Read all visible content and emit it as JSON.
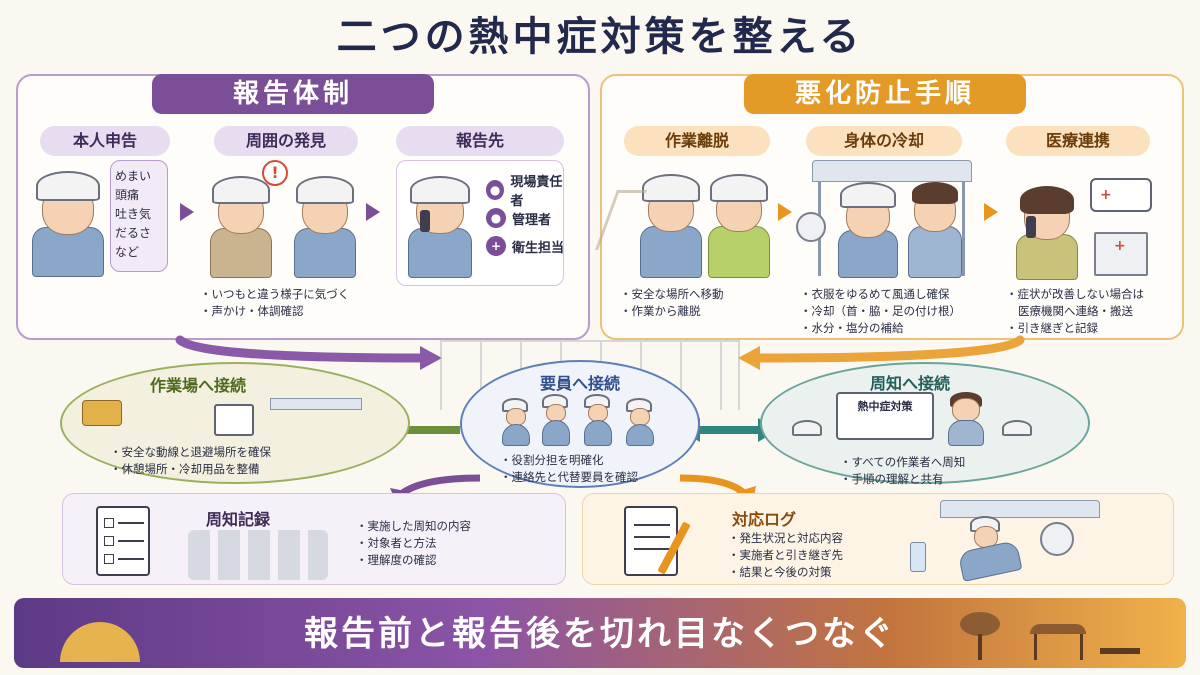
{
  "title": "二つの熱中症対策を整える",
  "report_system": {
    "banner": "報告体制",
    "steps": [
      {
        "label": "本人申告"
      },
      {
        "label": "周囲の発見",
        "bullets": [
          "いつもと違う様子に気づく",
          "声かけ・体調確認"
        ]
      },
      {
        "label": "報告先"
      }
    ],
    "symptoms": [
      "めまい",
      "頭痛",
      "吐き気",
      "だるさ",
      "など"
    ],
    "report_targets": [
      "現場責任者",
      "管理者",
      "衛生担当"
    ]
  },
  "prevention": {
    "banner": "悪化防止手順",
    "steps": [
      {
        "label": "作業離脱",
        "bullets": [
          "安全な場所へ移動",
          "作業から離脱"
        ]
      },
      {
        "label": "身体の冷却",
        "bullets": [
          "衣服をゆるめて風通し確保",
          "冷却（首・脇・足の付け根）",
          "水分・塩分の補給"
        ]
      },
      {
        "label": "医療連携",
        "bullets": [
          "症状が改善しない場合は",
          "医療機関へ連絡・搬送",
          "引き継ぎと記録"
        ]
      }
    ]
  },
  "connections": {
    "worksite": {
      "title": "作業場へ接続",
      "bullets": [
        "安全な動線と退避場所を確保",
        "休憩場所・冷却用品を整備"
      ]
    },
    "staff": {
      "title": "要員へ接続",
      "bullets": [
        "役割分担を明確化",
        "連絡先と代替要員を確認"
      ]
    },
    "notice": {
      "title": "周知へ接続",
      "board": "熱中症対策",
      "bullets": [
        "すべての作業者へ周知",
        "手順の理解と共有"
      ]
    }
  },
  "records": {
    "notice_record": {
      "title": "周知記録",
      "bullets": [
        "実施した周知の内容",
        "対象者と方法",
        "理解度の確認"
      ]
    },
    "response_log": {
      "title": "対応ログ",
      "bullets": [
        "発生状況と対応内容",
        "実施者と引き継ぎ先",
        "結果と今後の対策"
      ]
    }
  },
  "footer": "報告前と報告後を切れ目なくつなぐ",
  "colors": {
    "purple": "#7a4f97",
    "orange": "#e49a27",
    "navy": "#23294d",
    "green": "#9ab05e",
    "teal": "#6aa59b",
    "blue": "#5f7fb6"
  }
}
